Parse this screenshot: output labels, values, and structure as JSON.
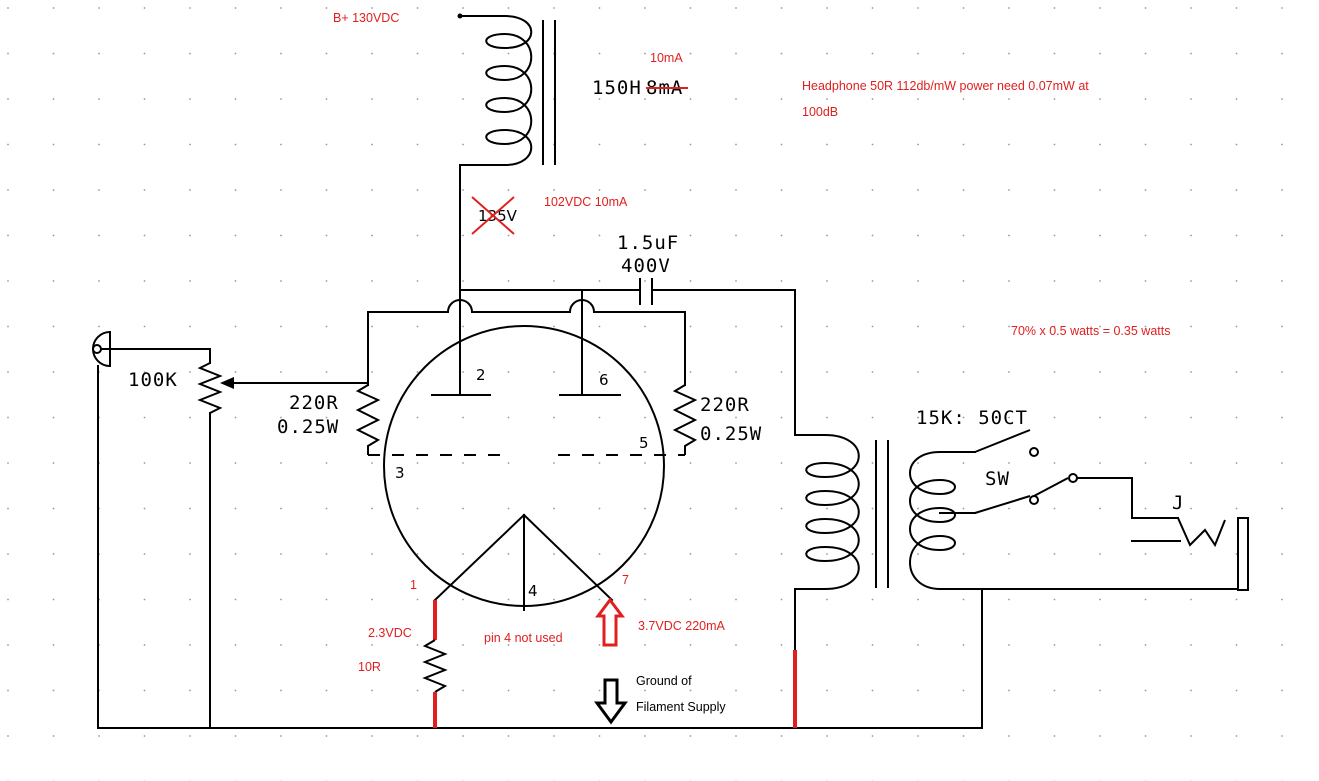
{
  "notes": {
    "bplus": "B+ 130VDC",
    "choke_current": "10mA",
    "headphone_1": "Headphone 50R 112db/mW  power need 0.07mW at",
    "headphone_2": "100dB",
    "old_voltage": "135V",
    "plate_voltage": "102VDC 10mA",
    "power_calc": "70% x 0.5 watts = 0.35 watts",
    "pin1": "1",
    "pin7": "7",
    "filament_voltage": "2.3VDC",
    "filament_resistor": "10R",
    "pin4_note": "pin 4 not used",
    "heater": "3.7VDC 220mA",
    "ground_1": "Ground of",
    "ground_2": "Filament Supply"
  },
  "labels": {
    "choke": "150H",
    "choke_old": "8mA",
    "cap_1": "1.5uF",
    "cap_2": "400V",
    "pot": "100K",
    "r_left_1": "220R",
    "r_left_2": "0.25W",
    "r_right_1": "220R",
    "r_right_2": "0.25W",
    "xfmr": "15K: 50CT",
    "switch": "SW",
    "jack": "J"
  },
  "pins": {
    "p2": "2",
    "p6": "6",
    "p3": "3",
    "p5": "5",
    "p4": "4"
  },
  "colors": {
    "annotation": "#e0201f",
    "wire": "#000000"
  }
}
